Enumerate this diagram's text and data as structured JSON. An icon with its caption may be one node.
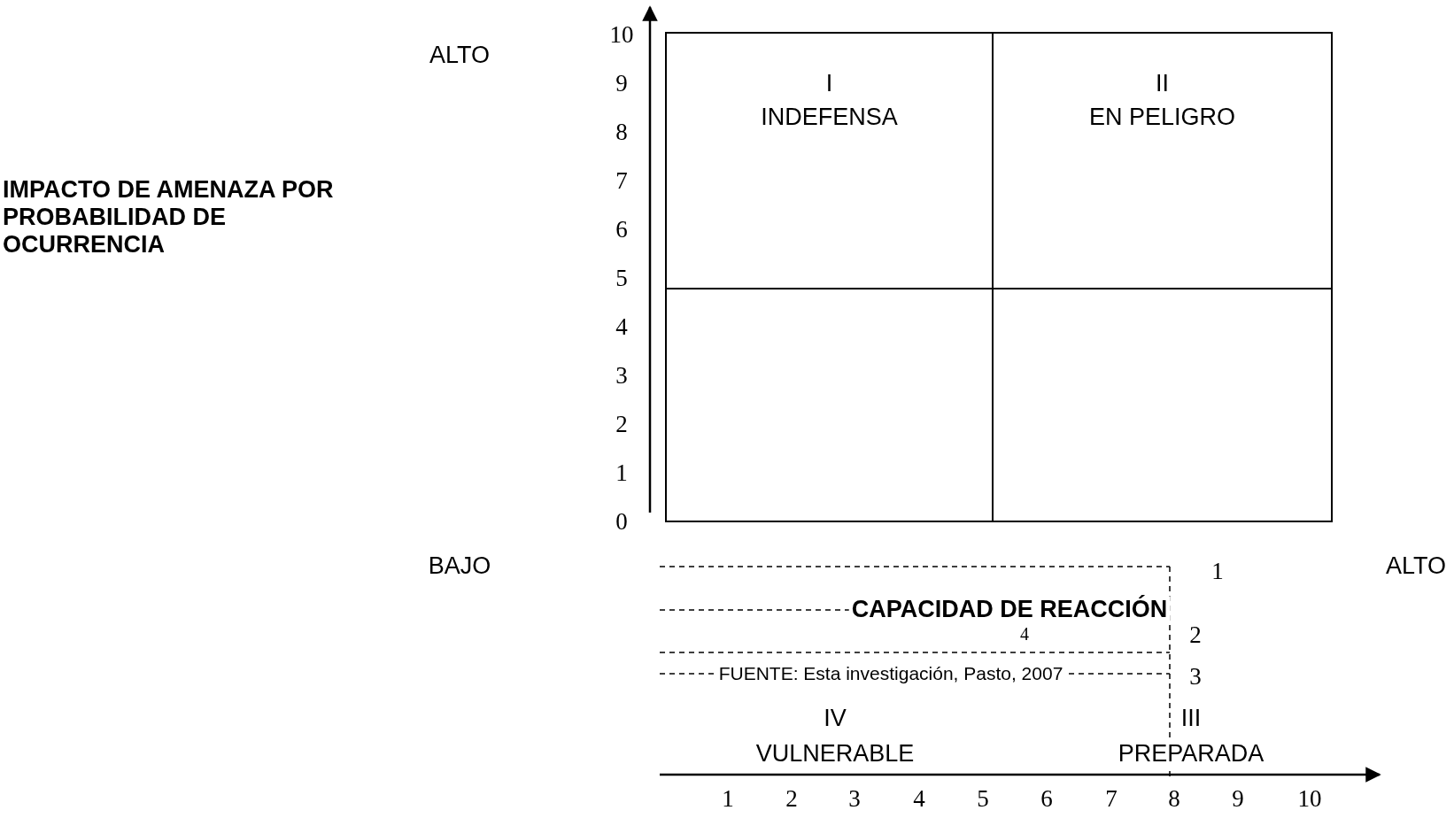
{
  "diagram": {
    "nodes": [
      {
        "text": [
          "I",
          "INDEFENSA"
        ]
      },
      {
        "text": [
          "II",
          "EN PELIGRO"
        ]
      },
      {
        "text": [],
        "shape": "box"
      },
      {
        "text": [],
        "shape": "box"
      }
    ],
    "labels": [
      "ALTO",
      "10",
      "9",
      "IMPACTO DE AMENAZA POR PROBABILIDAD DE OCURRENCIA",
      "8",
      "7",
      "6",
      "5",
      "4",
      "3",
      "2",
      "1",
      "0",
      "BAJO",
      "1",
      "ALTO",
      "CAPACIDAD DE REACCIÓN",
      "4",
      "2",
      "FUENTE: Esta investigación, Pasto, 2007",
      "3",
      "IV",
      "III",
      "VULNERABLE",
      "PREPARADA",
      "1",
      "2",
      "3",
      "4",
      "5",
      "6",
      "7",
      "8",
      "9",
      "10"
    ]
  }
}
